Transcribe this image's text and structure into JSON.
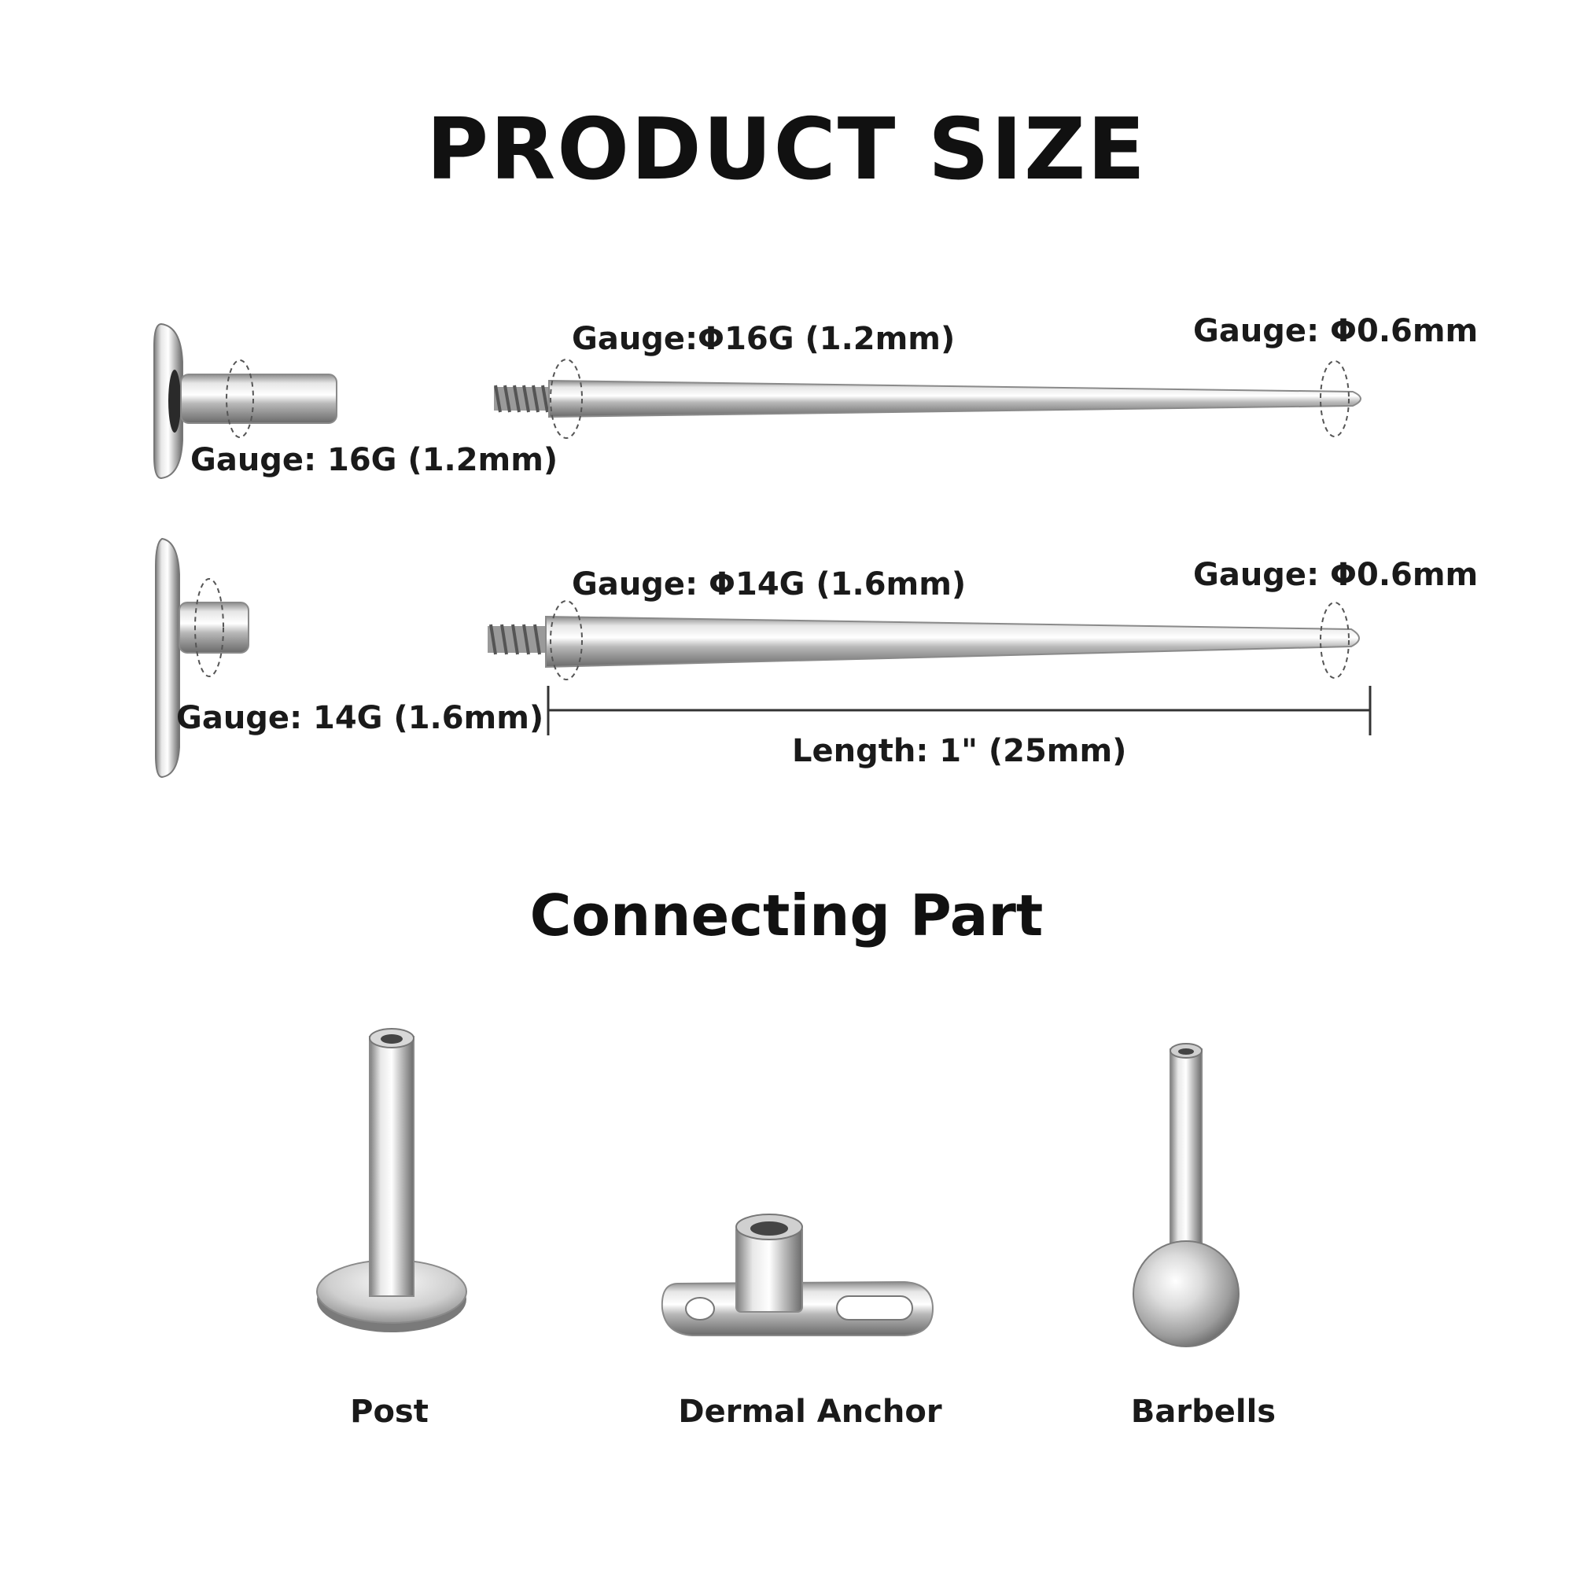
{
  "title": "PRODUCT SIZE",
  "row1": {
    "disc_gauge": "Gauge: 16G (1.2mm)",
    "spike_base_gauge": "Gauge:Φ16G (1.2mm)",
    "spike_tip_gauge": "Gauge: Φ0.6mm"
  },
  "row2": {
    "disc_gauge": "Gauge: 14G (1.6mm)",
    "spike_base_gauge": "Gauge: Φ14G (1.6mm)",
    "spike_tip_gauge": "Gauge: Φ0.6mm",
    "length": "Length: 1\" (25mm)"
  },
  "section_title": "Connecting Part",
  "parts": [
    {
      "label": "Post",
      "icon": "labret-post-icon"
    },
    {
      "label": "Dermal Anchor",
      "icon": "dermal-anchor-icon"
    },
    {
      "label": "Barbells",
      "icon": "ball-barbell-icon"
    }
  ],
  "colors": {
    "metal_light": "#f2f2f2",
    "metal_mid": "#c4c4c4",
    "metal_dark": "#6e6e6e",
    "text": "#111111"
  }
}
